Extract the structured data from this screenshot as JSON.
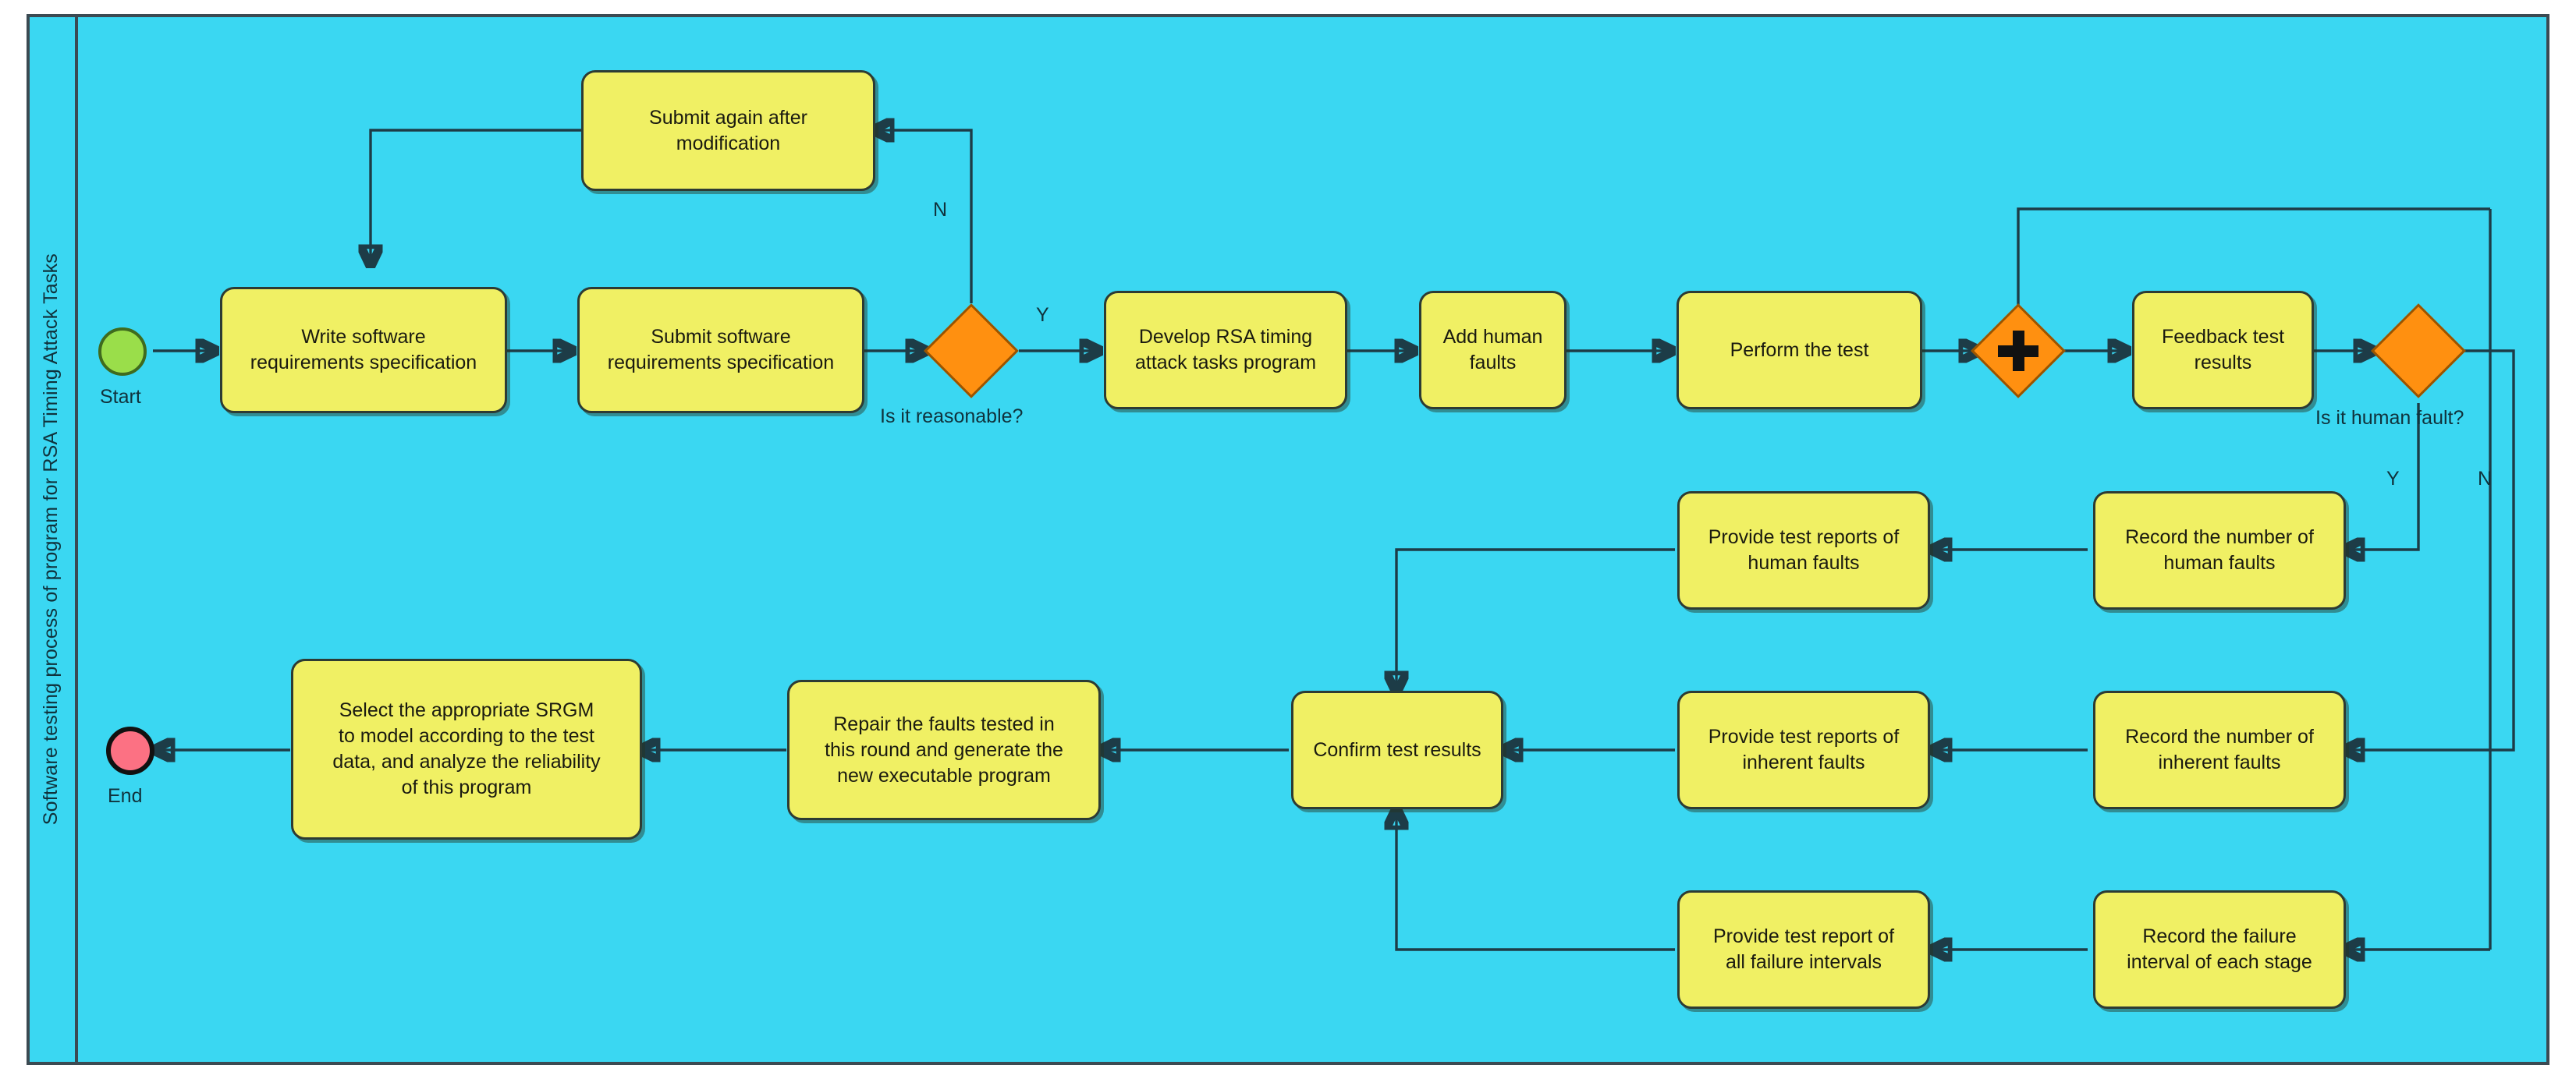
{
  "diagram": {
    "type": "bpmn-flowchart",
    "pool_label": "Software testing process of program for RSA Timing Attack Tasks",
    "background_color": "#3ad7f2",
    "task_fill_color": "#f0f064",
    "gateway_fill_color": "#ff9010",
    "start_event_color": "#9ade4a",
    "end_event_color": "#fc7183",
    "connector_color": "#1d3c47"
  },
  "events": {
    "start": {
      "label": "Start"
    },
    "end": {
      "label": "End"
    }
  },
  "tasks": {
    "submit_again": {
      "line1": "Submit again after",
      "line2": "modification"
    },
    "write_srs": {
      "line1": "Write software",
      "line2": "requirements specification"
    },
    "submit_srs": {
      "line1": "Submit software",
      "line2": "requirements specification"
    },
    "develop_rsa": {
      "line1": "Develop RSA timing",
      "line2": "attack tasks program"
    },
    "add_human_faults": {
      "line1": "Add human",
      "line2": "faults"
    },
    "perform_test": {
      "line1": "Perform the test",
      "line2": ""
    },
    "feedback_results": {
      "line1": "Feedback test",
      "line2": "results"
    },
    "record_human": {
      "line1": "Record the number of",
      "line2": "human faults"
    },
    "report_human": {
      "line1": "Provide test reports of",
      "line2": "human faults"
    },
    "record_inherent": {
      "line1": "Record the number of",
      "line2": "inherent faults"
    },
    "report_inherent": {
      "line1": "Provide test reports of",
      "line2": "inherent faults"
    },
    "record_interval": {
      "line1": "Record the failure",
      "line2": "interval of each stage"
    },
    "report_interval": {
      "line1": "Provide test report of",
      "line2": "all failure intervals"
    },
    "confirm_results": {
      "line1": "Confirm test results",
      "line2": ""
    },
    "repair_faults": {
      "line1": "Repair the faults tested in",
      "line2": "this round and generate the",
      "line3": "new executable program"
    },
    "select_srgm": {
      "line1": "Select the appropriate SRGM",
      "line2": "to model according to the test",
      "line3": "data, and analyze the reliability",
      "line4": "of this program"
    }
  },
  "gateways": {
    "is_reasonable": {
      "label": "Is it reasonable?",
      "symbol": ""
    },
    "parallel_split": {
      "label": "",
      "symbol": "+"
    },
    "is_human_fault": {
      "label": "Is it human fault?",
      "symbol": ""
    }
  },
  "edge_labels": {
    "reasonable_no": "N",
    "reasonable_yes": "Y",
    "human_fault_yes": "Y",
    "human_fault_no": "N"
  }
}
